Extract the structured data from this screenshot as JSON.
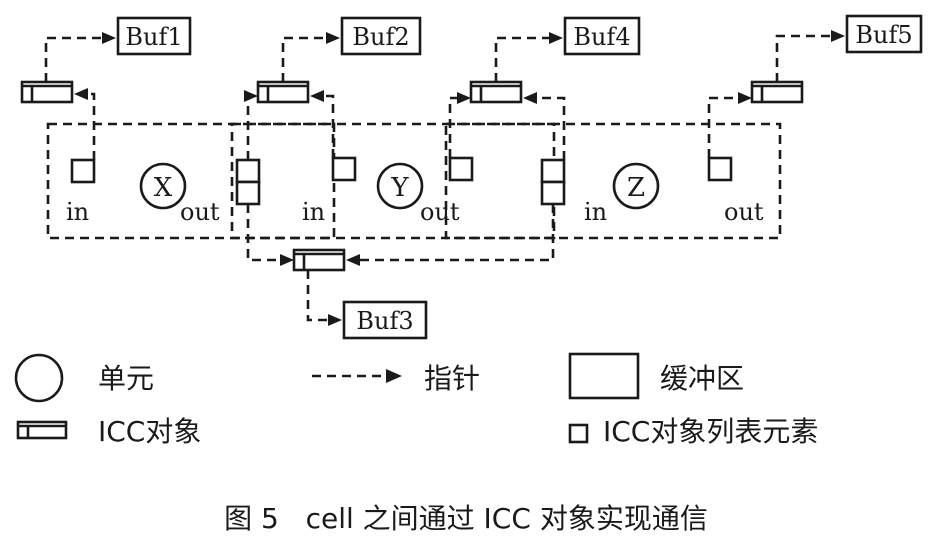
{
  "buffers": [
    "Buf1",
    "Buf2",
    "Buf4",
    "Buf5",
    "Buf3"
  ],
  "units": [
    "X",
    "Y",
    "Z"
  ],
  "port_labels": {
    "x_in": "in",
    "x_out": "out",
    "y_in": "in",
    "y_out": "out",
    "z_in": "in",
    "z_out": "out"
  },
  "legend": {
    "unit": "单元",
    "pointer": "指针",
    "buffer": "缓冲区",
    "icc_object": "ICC对象",
    "icc_list_element": "ICC对象列表元素"
  },
  "caption": "图 5   cell 之间通过 ICC 对象实现通信"
}
